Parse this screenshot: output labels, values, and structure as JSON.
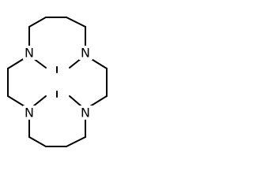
{
  "molecule": {
    "atoms": {
      "n1": "N",
      "n2": "N",
      "n3": "N",
      "n4": "N"
    }
  },
  "colors": {
    "background": "#ffffff",
    "bond": "#000000",
    "label": "#000000"
  }
}
